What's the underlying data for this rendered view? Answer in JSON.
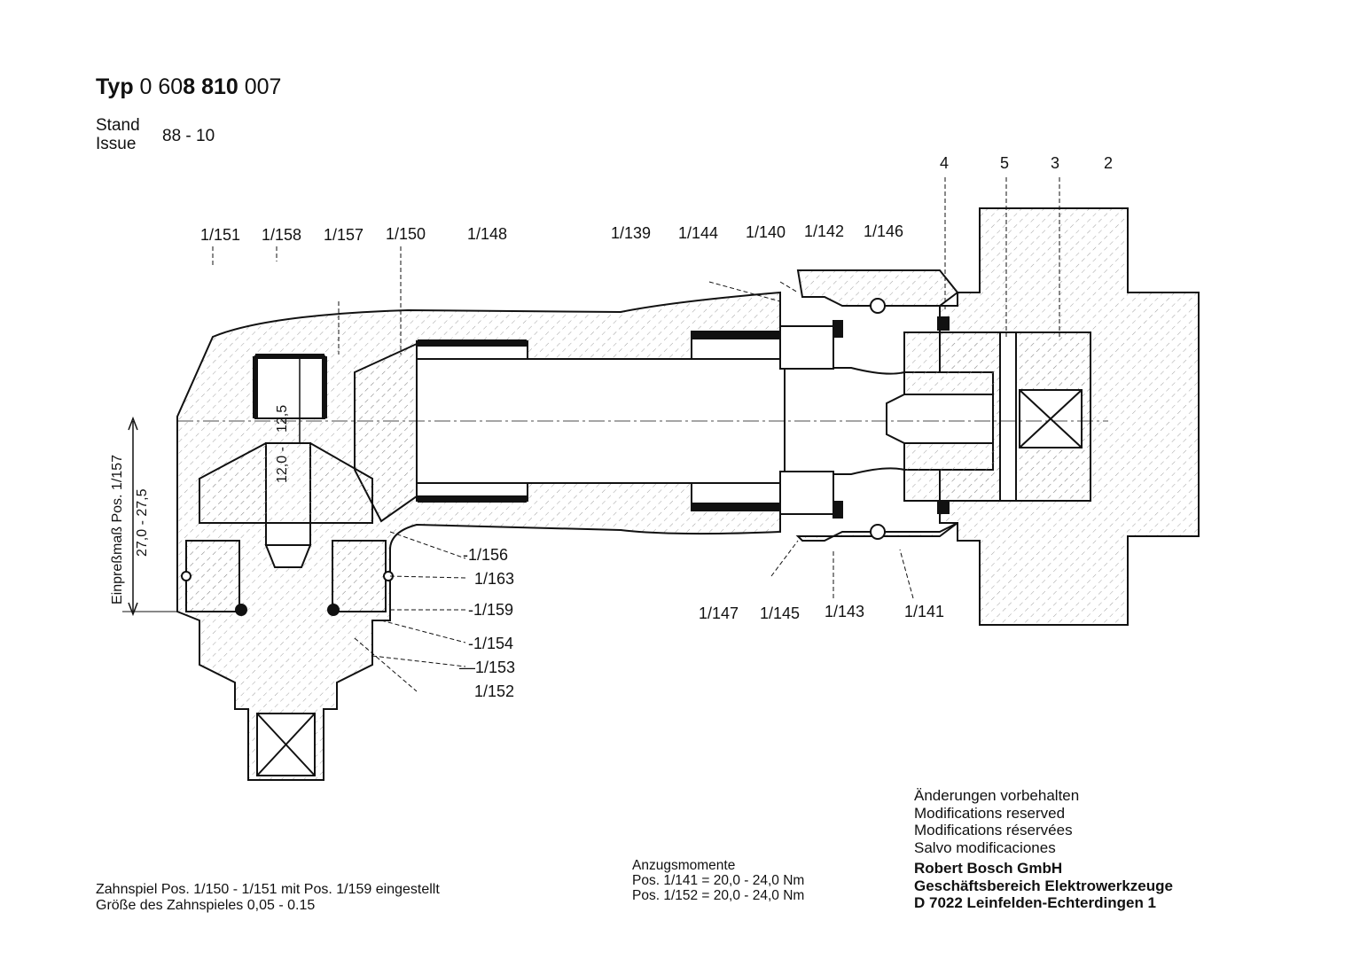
{
  "header": {
    "typ_label": "Typ",
    "typ_prefix": "0 60",
    "typ_bold": "8 810",
    "typ_suffix": "007",
    "stand_label": "Stand",
    "issue_label": "Issue",
    "issue_value": "88 - 10"
  },
  "callouts_top_left": [
    "1/151",
    "1/158",
    "1/157",
    "1/150",
    "1/148"
  ],
  "callouts_top_mid": [
    "1/139",
    "1/144",
    "1/140",
    "1/142",
    "1/146"
  ],
  "callouts_top_right": [
    "4",
    "5",
    "3",
    "2"
  ],
  "callouts_right_side": [
    "-1/156",
    "1/163",
    "-1/159",
    "-1/154",
    "—1/153",
    "1/152"
  ],
  "callouts_bottom": [
    "1/147",
    "1/145",
    "1/143",
    "1/141"
  ],
  "dimensions": {
    "einpress_label": "Einpreßmaß Pos. 1/157",
    "einpress_value": "27,0 - 27,5",
    "inner_top": "12,5",
    "inner_bottom": "12,0 -"
  },
  "notes": {
    "line1": "Zahnspiel Pos. 1/150 - 1/151 mit Pos. 1/159 eingestellt",
    "line2": "Größe des Zahnspieles 0,05 - 0.15"
  },
  "torque": {
    "title": "Anzugsmomente",
    "line1": "Pos. 1/141 = 20,0 - 24,0 Nm",
    "line2": "Pos. 1/152 = 20,0 - 24,0 Nm"
  },
  "modifications": [
    "Änderungen vorbehalten",
    "Modifications reserved",
    "Modifications réservées",
    "Salvo modificaciones"
  ],
  "company": [
    "Robert Bosch GmbH",
    "Geschäftsbereich Elektrowerkzeuge",
    "D 7022 Leinfelden-Echterdingen 1"
  ]
}
